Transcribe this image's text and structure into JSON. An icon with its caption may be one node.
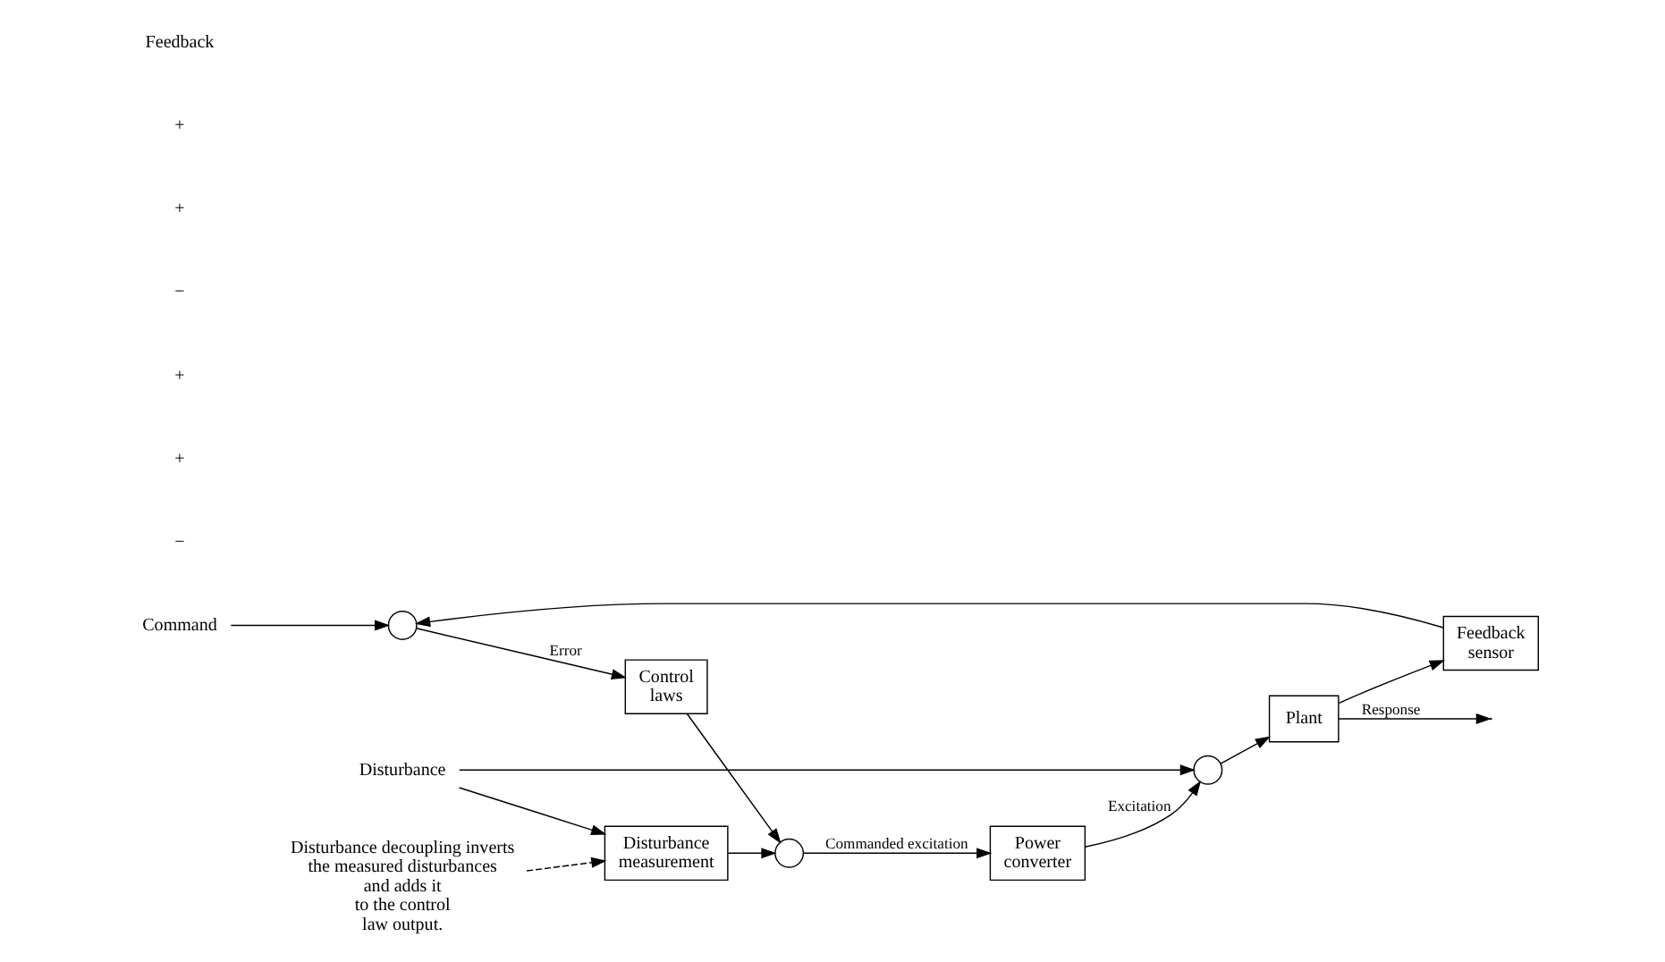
{
  "diagram": {
    "nodes": [
      {
        "text": [
          "Command"
        ]
      },
      {
        "text": [],
        "shape": "circle"
      },
      {
        "text": [
          "Control laws"
        ]
      },
      {
        "text": [],
        "shape": "circle"
      },
      {
        "text": [
          "Power converter"
        ]
      },
      {
        "text": [],
        "shape": "circle"
      },
      {
        "text": [
          "Plant"
        ]
      },
      {
        "text": [
          "Feedback sensor"
        ]
      },
      {
        "text": [
          "Disturbance measurement"
        ]
      },
      {
        "text": [
          "Disturbance"
        ]
      },
      {
        "text": [
          "Disturbance decoupling inverts the measured disturbances and adds it to the control law output."
        ]
      }
    ],
    "edges": [
      {
        "from": 0,
        "to": 1,
        "arrow": "to"
      },
      {
        "from": 1,
        "to": 2,
        "arrow": "to",
        "label": "Error"
      },
      {
        "from": 2,
        "to": 3,
        "arrow": "to"
      },
      {
        "from": 3,
        "to": 4,
        "arrow": "to",
        "label": "Commanded excitation"
      },
      {
        "from": 4,
        "to": 5,
        "arrow": "to",
        "label": "Excitation"
      },
      {
        "from": 5,
        "to": 6,
        "arrow": "to"
      },
      {
        "from": 6,
        "to": null,
        "arrow": "to",
        "label": "Response"
      },
      {
        "from": 6,
        "to": 7,
        "arrow": "to"
      },
      {
        "from": 7,
        "to": 1,
        "arrow": "to"
      },
      {
        "from": 9,
        "to": 5,
        "arrow": "to"
      },
      {
        "from": 9,
        "to": 8,
        "arrow": "to"
      },
      {
        "from": 8,
        "to": 3,
        "arrow": "to"
      },
      {
        "from": 10,
        "to": 8,
        "arrow": "to",
        "style": "dashed"
      }
    ],
    "labels": [
      "−",
      "+",
      "+",
      "−",
      "+",
      "+",
      "Feedback"
    ]
  }
}
